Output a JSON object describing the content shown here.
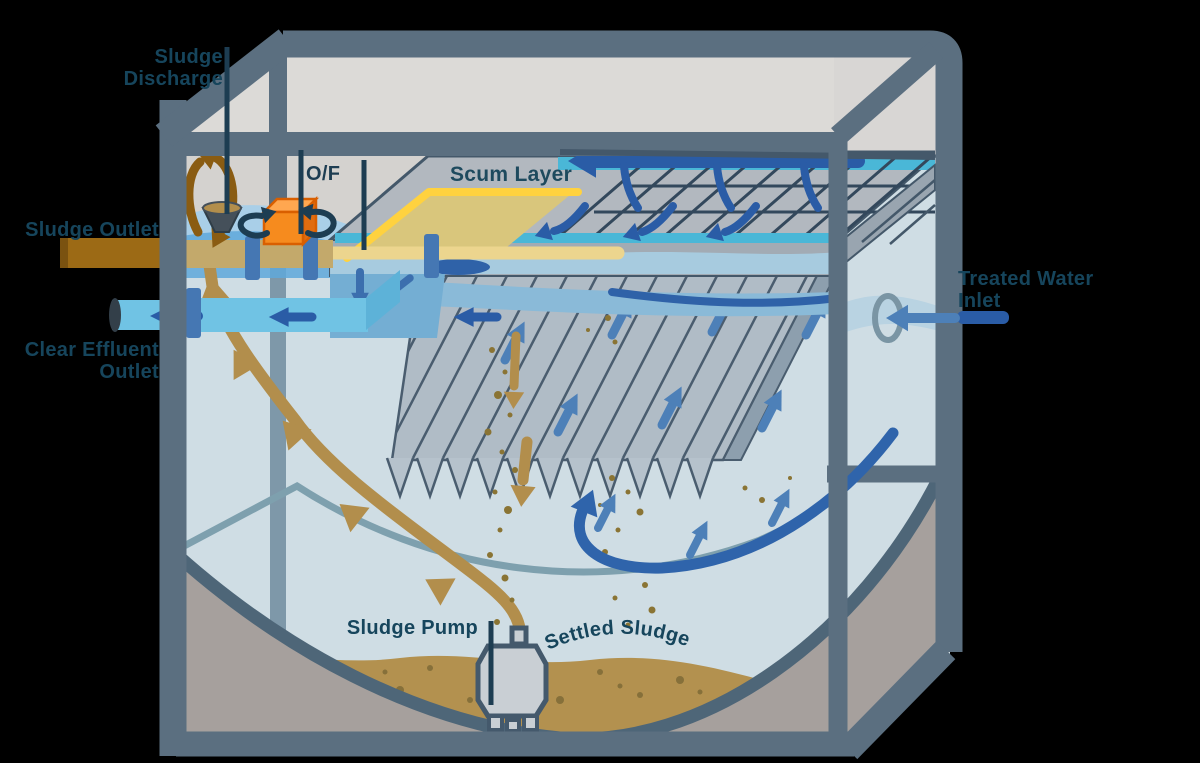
{
  "diagram": {
    "type": "lamella-clarifier-cutaway",
    "labels": {
      "sludge_discharge": {
        "line1": "Sludge",
        "line2": "Discharge"
      },
      "sludge_outlet": "Sludge Outlet",
      "clear_effluent": {
        "line1": "Clear Effluent",
        "line2": "Outlet"
      },
      "overflow": "O/F",
      "scum_layer": "Scum Layer",
      "treated_water": {
        "line1": "Treated Water",
        "line2": "Inlet"
      },
      "sludge_pump": "Sludge Pump",
      "settled_sludge": "Settled Sludge"
    },
    "palette": {
      "frame_slate": "#5b6f80",
      "wall_gray": "#d4d2cf",
      "top_face_gray": "#dcdad7",
      "water": "#cfdde4",
      "wave_light": "#a9cfe8",
      "wave_bright": "#5fa8da",
      "cyan_weir": "#4ab7d7",
      "navy_arrow": "#2a5ca6",
      "blue_arrow": "#4d80b8",
      "plate_gray": "#b0bcc6",
      "launder_deck": "#b2b8bf",
      "scum_yellow": "#ffd23f",
      "scum_tan": "#d9c67c",
      "pale_yellow_arrow": "#ecd58e",
      "orange_box": "#f68b1e",
      "sludge_brown": "#b3914f",
      "pipe_brown": "#9c6a15",
      "riser_tan": "#b28e4c",
      "loop_brown": "#8a5c12",
      "effluent_blue": "#70c3e4",
      "valve_blue": "#4577b3",
      "hopper_slate": "#4e6678",
      "outside_gray": "#a6a09d",
      "label_teal": "#16455c"
    }
  }
}
